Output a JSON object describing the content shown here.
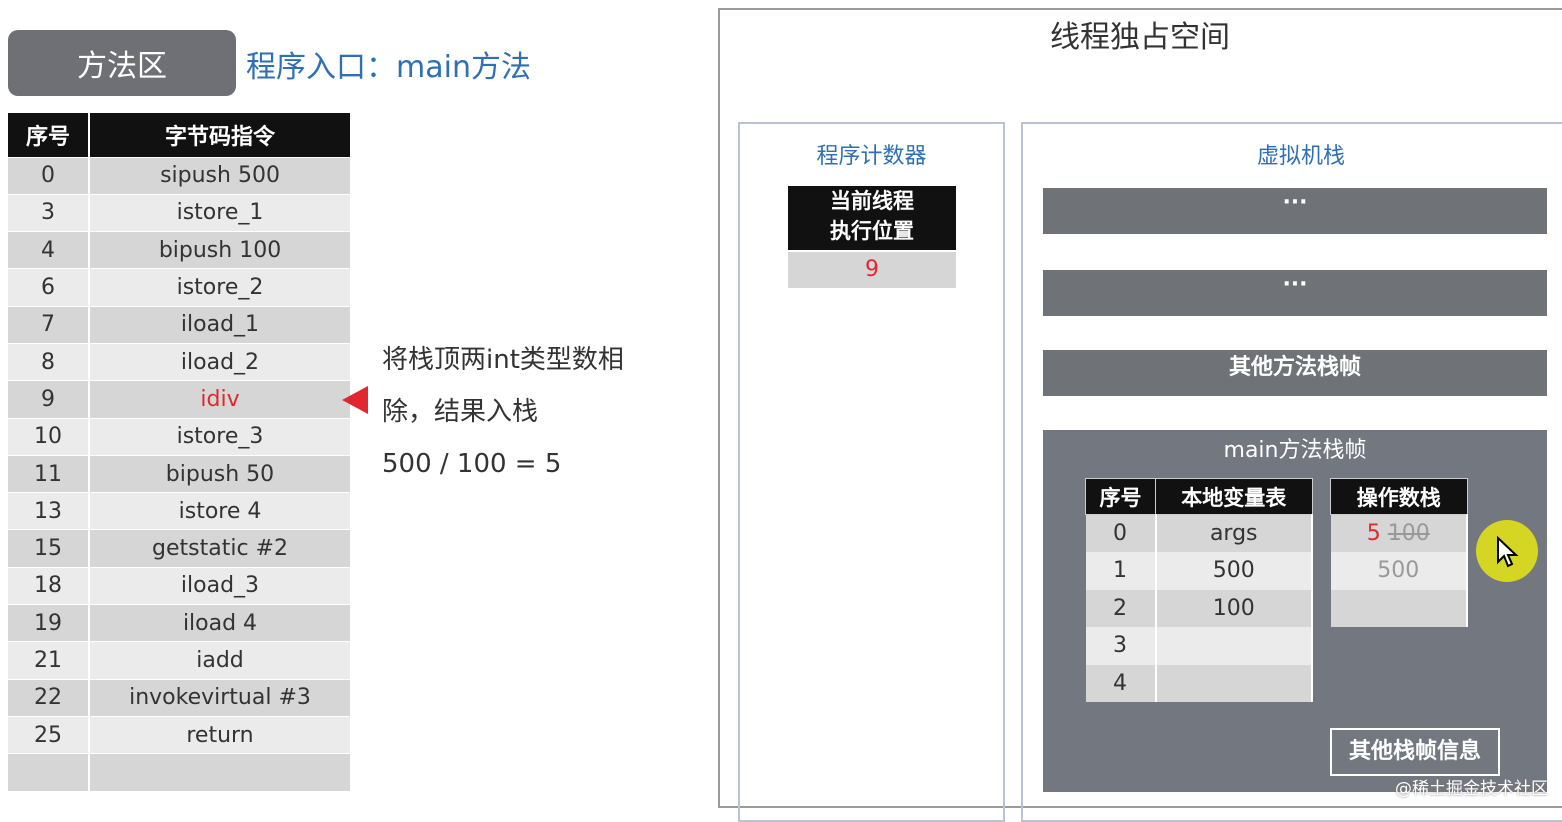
{
  "method_area": {
    "label": "方法区",
    "entry": "程序入口：main方法"
  },
  "bytecode": {
    "headers": [
      "序号",
      "字节码指令"
    ],
    "rows": [
      [
        "0",
        "sipush 500"
      ],
      [
        "3",
        "istore_1"
      ],
      [
        "4",
        "bipush 100"
      ],
      [
        "6",
        "istore_2"
      ],
      [
        "7",
        "iload_1"
      ],
      [
        "8",
        "iload_2"
      ],
      [
        "9",
        "idiv"
      ],
      [
        "10",
        "istore_3"
      ],
      [
        "11",
        "bipush 50"
      ],
      [
        "13",
        "istore 4"
      ],
      [
        "15",
        "getstatic #2"
      ],
      [
        "18",
        "iload_3"
      ],
      [
        "19",
        "iload 4"
      ],
      [
        "21",
        "iadd"
      ],
      [
        "22",
        "invokevirtual #3"
      ],
      [
        "25",
        "return"
      ],
      [
        "",
        ""
      ]
    ],
    "current_index": 6
  },
  "note": {
    "line1": "将栈顶两int类型数相",
    "line2": "除，结果入栈",
    "line3": "500 / 100 = 5"
  },
  "thread": {
    "title": "线程独占空间",
    "pc": {
      "title": "程序计数器",
      "label_line1": "当前线程",
      "label_line2": "执行位置",
      "value": "9"
    },
    "vm_stack": {
      "title": "虚拟机栈",
      "frame1": "···",
      "frame2": "···",
      "frame3": "其他方法栈帧",
      "main_frame": {
        "title": "main方法栈帧",
        "locals": {
          "headers": [
            "序号",
            "本地变量表"
          ],
          "rows": [
            [
              "0",
              "args"
            ],
            [
              "1",
              "500"
            ],
            [
              "2",
              "100"
            ],
            [
              "3",
              ""
            ],
            [
              "4",
              ""
            ]
          ]
        },
        "operand_stack": {
          "header": "操作数栈",
          "top_new": "5",
          "top_old": "100",
          "second": "500",
          "third": ""
        },
        "other": "其他栈帧信息"
      }
    }
  },
  "watermark": "@稀土掘金技术社区",
  "colors": {
    "accent": "#2f6fb5",
    "highlight": "#e0282e"
  }
}
